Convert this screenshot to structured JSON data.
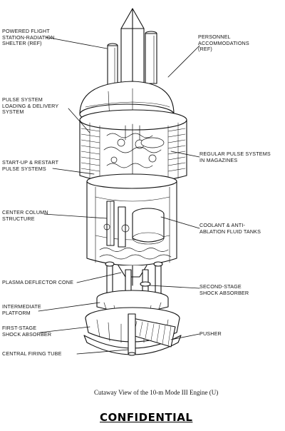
{
  "labels": {
    "powered_flight": "POWERED FLIGHT\nSTATION-RADIATION\nSHELTER (REF)",
    "personnel": "PERSONNEL\nACCOMMODATIONS\n(REF)",
    "pulse_loading": "PULSE SYSTEM\nLOADING & DELIVERY\nSYSTEM",
    "startup_restart": "START-UP & RESTART\nPULSE SYSTEMS",
    "regular_pulse": "REGULAR PULSE SYSTEMS\nIN MAGAZINES",
    "center_column": "CENTER COLUMN\nSTRUCTURE",
    "coolant": "COOLANT & ANTI-\nABLATION FLUID TANKS",
    "plasma_deflector": "PLASMA DEFLECTOR CONE",
    "second_stage": "SECOND-STAGE\nSHOCK ABSORBER",
    "intermediate_platform": "INTERMEDIATE\nPLATFORM",
    "first_stage": "FIRST-STAGE\nSHOCK ABSORBER",
    "pusher": "PUSHER",
    "central_firing_tube": "CENTRAL FIRING TUBE"
  },
  "caption": "Cutaway View of the 10-m Mode III Engine  (U)",
  "stamp": "CONFIDENTIAL"
}
